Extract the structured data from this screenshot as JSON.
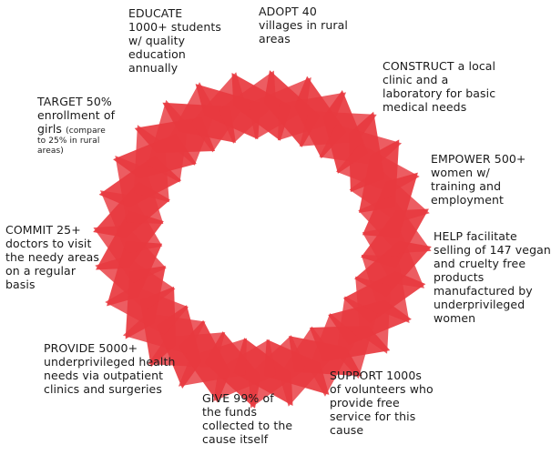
{
  "colors": {
    "accent": "#e8393f",
    "text": "#1a1a1a",
    "background": "#ffffff"
  },
  "goals": {
    "educate": {
      "lines": [
        "EDUCATE",
        "1000+ students",
        "w/ quality",
        "education",
        "annually"
      ]
    },
    "adopt": {
      "lines": [
        "ADOPT 40",
        "villages in rural",
        "areas"
      ]
    },
    "construct": {
      "lines": [
        "CONSTRUCT a local",
        "clinic and a",
        "laboratory for basic",
        "medical needs"
      ]
    },
    "target": {
      "lines": [
        "TARGET 50%",
        "enrollment of",
        "girls"
      ],
      "note": [
        "(compare",
        "to 25% in rural",
        "areas)"
      ]
    },
    "empower": {
      "lines": [
        "EMPOWER 500+",
        "women w/",
        "training and",
        "employment"
      ]
    },
    "commit": {
      "lines": [
        "COMMIT 25+",
        "doctors to visit",
        "the needy areas",
        "on a regular",
        "basis"
      ]
    },
    "help": {
      "lines": [
        "HELP facilitate",
        "selling of 147 vegan",
        "and cruelty free",
        "products",
        "manufactured by",
        "underprivileged",
        "women"
      ]
    },
    "provide": {
      "lines": [
        "PROVIDE 5000+",
        "underprivileged health",
        "needs via outpatient",
        "clinics and surgeries"
      ]
    },
    "give": {
      "lines": [
        "GIVE 99% of",
        "the funds",
        "collected to the",
        "cause itself"
      ]
    },
    "support": {
      "lines": [
        "SUPPORT 1000s",
        "of volunteers who",
        "provide free",
        "service for this",
        "cause"
      ]
    }
  }
}
